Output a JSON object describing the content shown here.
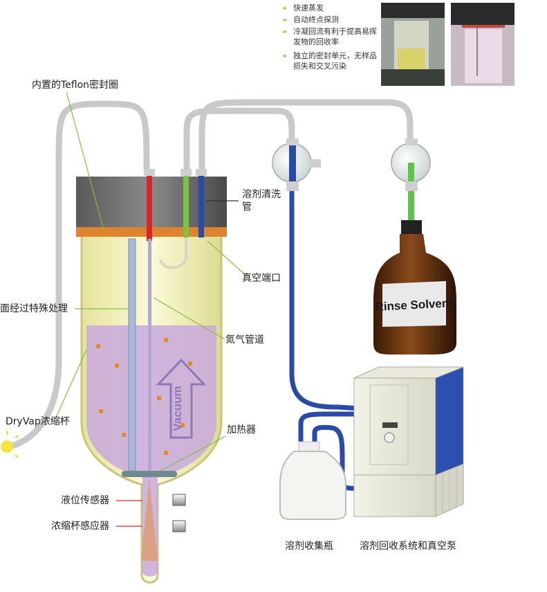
{
  "features": [
    {
      "text": "快速蒸发"
    },
    {
      "text": "自动终点探测"
    },
    {
      "text": "冷凝回流有利于提高易挥发物的回收率"
    },
    {
      "text": "独立的密封单元，无样品损失和交叉污染"
    }
  ],
  "labels": {
    "teflon_seal": "内置的Teflon密封圈",
    "solvent_rinse": "溶剂清洗管",
    "vacuum_port": "真空端口",
    "surface_treated": "面经过特殊处理",
    "nitrogen_line": "氮气管道",
    "dryvap_cup": "DryVap浓缩杯",
    "heater": "加热器",
    "level_sensor": "液位传感器",
    "cup_sensor": "浓缩杯感应器",
    "collection_bottle": "溶剂收集瓶",
    "recovery_system": "溶剂回收系统和真空泵",
    "vacuum_arrow_text": "Vacuum",
    "bottle_label": "Rinse Solvent"
  },
  "colors": {
    "accent": "#e8892b",
    "callout_green": "#7cc242",
    "callout_red": "#d9262c",
    "tubing_blue": "#2a4aa8",
    "liquid": "#c8a9dd"
  }
}
